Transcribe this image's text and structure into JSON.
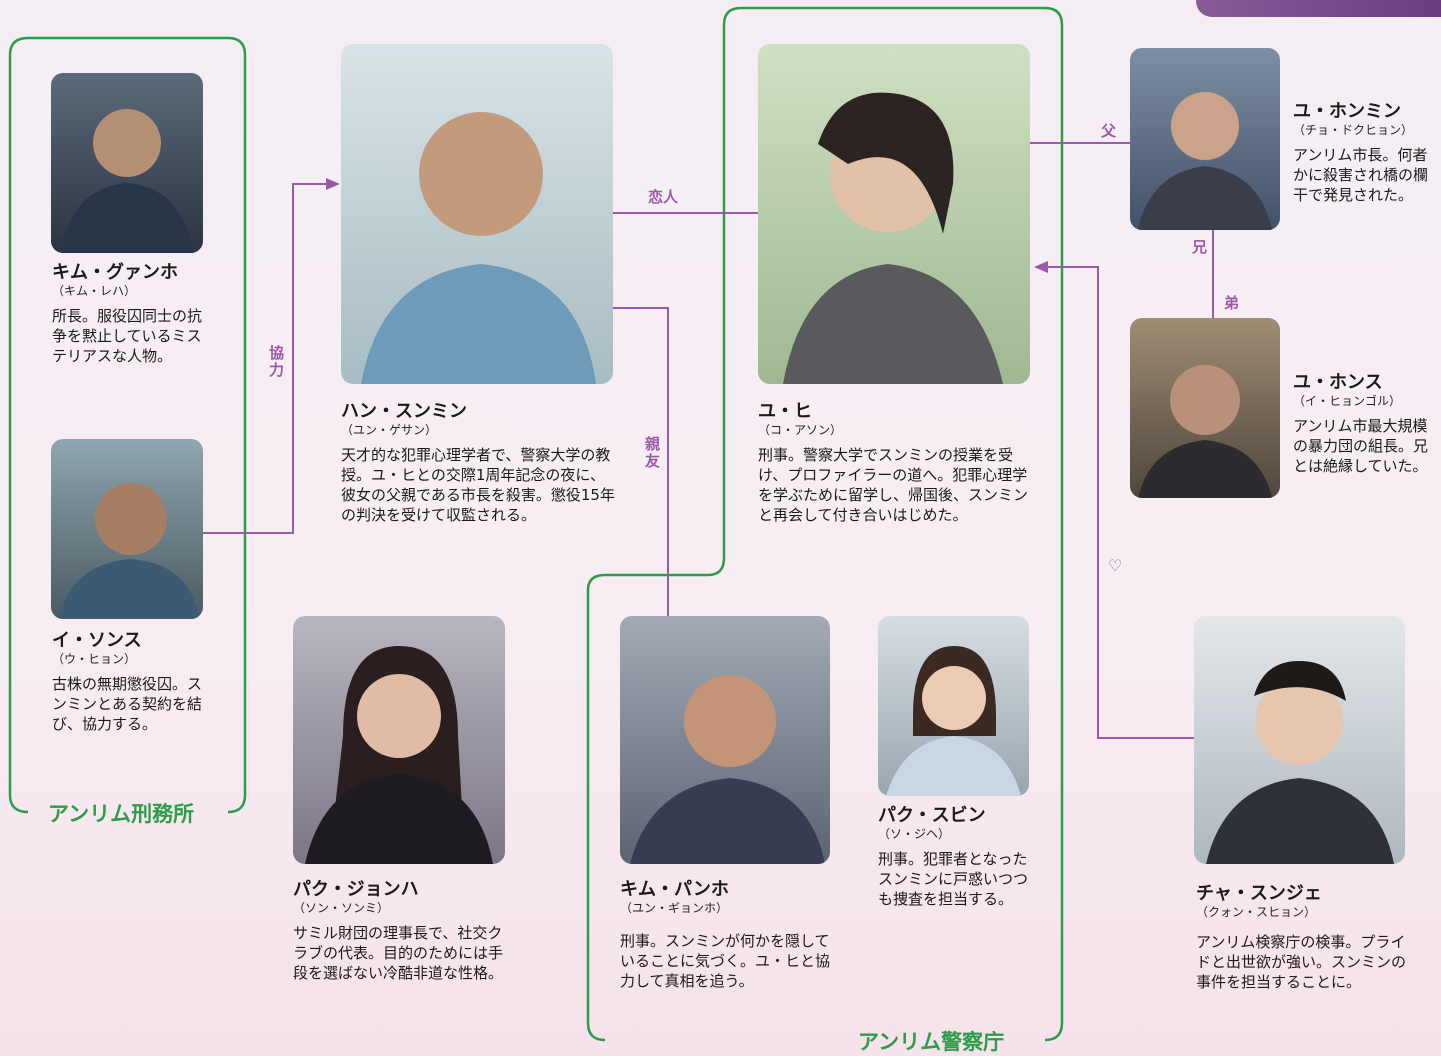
{
  "characters": {
    "kim_gwanho": {
      "name": "キム・グァンホ",
      "actor": "（キム・レハ）",
      "desc": "所長。服役囚同士の抗争を黙止しているミステリアスな人物。"
    },
    "lee_sonsu": {
      "name": "イ・ソンス",
      "actor": "（ウ・ヒョン）",
      "desc": "古株の無期懲役囚。スンミンとある契約を結び、協力する。"
    },
    "han_sunmin": {
      "name": "ハン・スンミン",
      "actor": "（ユン・ゲサン）",
      "desc": "天才的な犯罪心理学者で、警察大学の教授。ユ・ヒとの交際1周年記念の夜に、彼女の父親である市長を殺害。懲役15年の判決を受けて収監される。"
    },
    "yu_hi": {
      "name": "ユ・ヒ",
      "actor": "（コ・アソン）",
      "desc": "刑事。警察大学でスンミンの授業を受け、プロファイラーの道へ。犯罪心理学を学ぶために留学し、帰国後、スンミンと再会して付き合いはじめた。"
    },
    "yu_honmin": {
      "name": "ユ・ホンミン",
      "actor": "（チョ・ドクヒョン）",
      "desc": "アンリム市長。何者かに殺害され橋の欄干で発見された。"
    },
    "yu_honsu": {
      "name": "ユ・ホンス",
      "actor": "（イ・ヒョンゴル）",
      "desc": "アンリム市最大規模の暴力団の組長。兄とは絶縁していた。"
    },
    "park_jonha": {
      "name": "パク・ジョンハ",
      "actor": "（ソン・ソンミ）",
      "desc": "サミル財団の理事長で、社交クラブの代表。目的のためには手段を選ばない冷酷非道な性格。"
    },
    "kim_panho": {
      "name": "キム・パンホ",
      "actor": "（ユン・ギョンホ）",
      "desc": "刑事。スンミンが何かを隠していることに気づく。ユ・ヒと協力して真相を追う。"
    },
    "park_subin": {
      "name": "パク・スビン",
      "actor": "（ソ・ジヘ）",
      "desc": "刑事。犯罪者となったスンミンに戸惑いつつも捜査を担当する。"
    },
    "cha_sunje": {
      "name": "チャ・スンジェ",
      "actor": "（クォン・スヒョン）",
      "desc": "アンリム検察庁の検事。プライドと出世欲が強い。スンミンの事件を担当することに。"
    }
  },
  "relations": {
    "lovers": "恋人",
    "cooperation": "協力",
    "best_friend": "親友",
    "father": "父",
    "older_brother": "兄",
    "younger_brother": "弟",
    "heart": "♡"
  },
  "groups": {
    "prison": "アンリム刑務所",
    "police": "アンリム警察庁"
  },
  "colors": {
    "relation_line": "#9a5aa8",
    "group_frame": "#2e9c4a"
  }
}
